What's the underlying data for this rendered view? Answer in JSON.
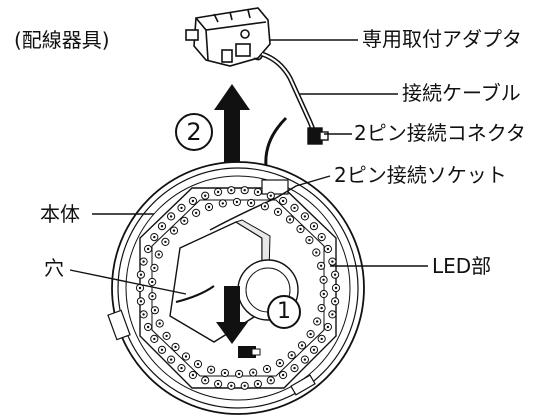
{
  "labels": {
    "wiring_fixture": "(配線器具)",
    "adapter": "専用取付アダプタ",
    "cable": "接続ケーブル",
    "connector": "2ピン接続コネクタ",
    "socket": "2ピン接続ソケット",
    "body": "本体",
    "hole": "穴",
    "led": "LED部"
  },
  "steps": {
    "step_1": "1",
    "step_2": "2"
  }
}
